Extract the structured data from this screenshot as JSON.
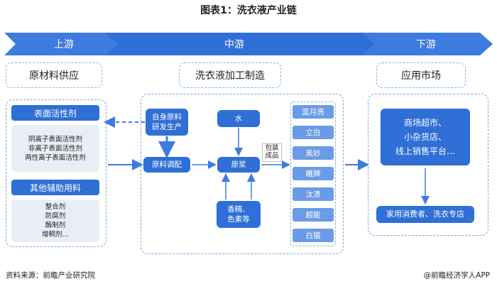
{
  "title": "图表1：洗衣液产业链",
  "stages": {
    "upstream": "上游",
    "midstream": "中游",
    "downstream": "下游"
  },
  "upstream": {
    "header": "原材料供应",
    "surfactant_label": "表面活性剂",
    "surfactants": [
      "阴离子表面活性剂",
      "非离子表面活性剂",
      "两性离子表面活性剂"
    ],
    "aux_label": "其他辅助用料",
    "aux_items": [
      "整合剂",
      "防腐剂",
      "酶制剂",
      "增稠剂…"
    ]
  },
  "midstream": {
    "header": "洗衣液加工制造",
    "self_rd": "自身原料\n研发生产",
    "blend": "原料调配",
    "water": "水",
    "slurry": "原浆",
    "fragrance": "香精、\n色素等",
    "pack": "包装\n成品",
    "brands": [
      "蓝月亮",
      "立白",
      "奥妙",
      "雕牌",
      "汰渍",
      "超能",
      "白猫"
    ]
  },
  "downstream": {
    "header": "应用市场",
    "channels": [
      "商场超市、",
      "小杂货店、",
      "线上销售平台…"
    ],
    "consumers": "家用消费者、洗衣专店"
  },
  "footer": {
    "source": "资料来源：前瞻产业研究院",
    "brand": "@前瞻经济学人APP"
  },
  "colors": {
    "primary": "#2f6fd6",
    "brand_box": "#6a9be6",
    "stage_arrow": "#2f6fd6"
  }
}
